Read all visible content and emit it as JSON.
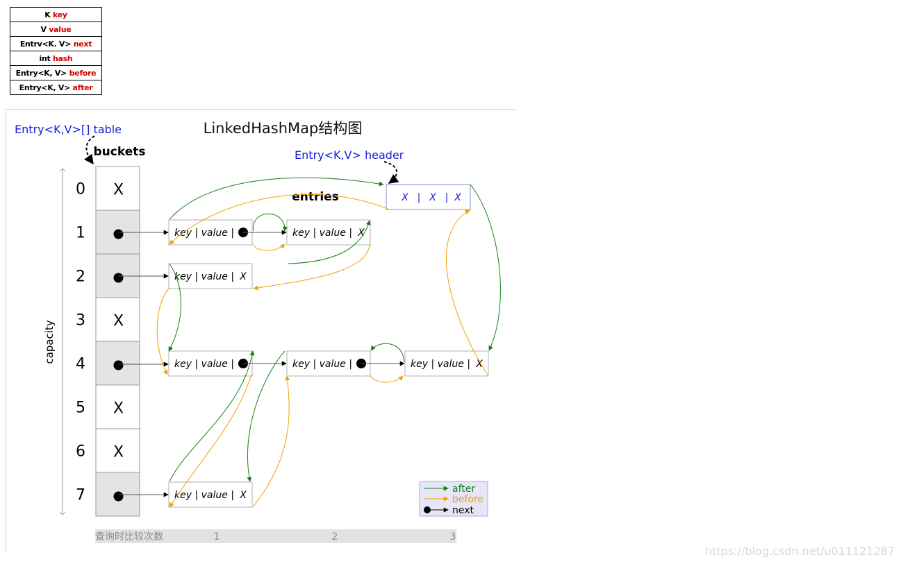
{
  "field_table": [
    {
      "type": "K",
      "name": "key"
    },
    {
      "type": "V",
      "name": "value"
    },
    {
      "type": "Entrv<K. V>",
      "name": "next"
    },
    {
      "type": "int",
      "name": "hash"
    },
    {
      "type": "Entry<K, V>",
      "name": "before"
    },
    {
      "type": "Entry<K, V>",
      "name": "after"
    }
  ],
  "diagram": {
    "title": "LinkedHashMap结构图",
    "table_label": "Entry<K,V>[] table",
    "header_label": "Entry<K,V> header",
    "buckets_label": "buckets",
    "entries_label": "entries",
    "capacity_label": "capacity",
    "header_cells": [
      "X",
      "|",
      "X",
      "|",
      "X"
    ],
    "bucket_indices": [
      "0",
      "1",
      "2",
      "3",
      "4",
      "5",
      "6",
      "7"
    ],
    "bucket_null_mark": "X",
    "entry_text": {
      "key": "key",
      "sep": "|",
      "value": "value",
      "null": "X"
    },
    "legend": {
      "after": "after",
      "before": "before",
      "next": "next"
    },
    "compare_label": "查询时比较次数",
    "compare_counts": [
      "1",
      "2",
      "3"
    ],
    "colors": {
      "after": "#138013",
      "before": "#f0a000",
      "label_blue": "#1a1adc",
      "null_cell": "#ffffff",
      "filled_cell": "#e4e4e4"
    }
  },
  "watermark": "https://blog.csdn.net/u011121287"
}
